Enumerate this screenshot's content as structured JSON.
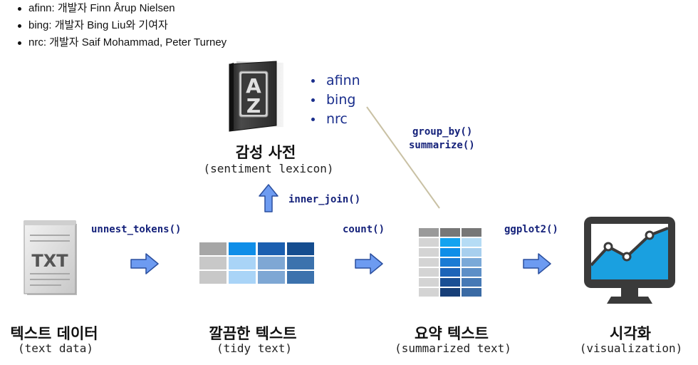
{
  "lexicon_credits": [
    "afinn: 개발자 Finn Årup Nielsen",
    "bing: 개발자 Bing Liu와 기여자",
    "nrc: 개발자 Saif Mohammad, Peter Turney"
  ],
  "lexicons": [
    "afinn",
    "bing",
    "nrc"
  ],
  "dictionary_icon_letters": "AZ",
  "sentiment_lexicon": {
    "title": "감성 사전",
    "subtitle": "(sentiment lexicon)"
  },
  "functions": {
    "unnest_tokens": "unnest_tokens()",
    "inner_join": "inner_join()",
    "count": "count()",
    "group_by": "group_by()",
    "summarize": "summarize()",
    "ggplot2": "ggplot2()"
  },
  "txt_icon_label": "TXT",
  "stages": [
    {
      "title": "텍스트 데이터",
      "subtitle": "(text data)"
    },
    {
      "title": "깔끔한 텍스트",
      "subtitle": "(tidy text)"
    },
    {
      "title": "요약 텍스트",
      "subtitle": "(summarized text)"
    },
    {
      "title": "시각화",
      "subtitle": "(visualization)"
    }
  ],
  "colors": {
    "function_text": "#14217a",
    "arrow_fill": "#6d9bf1",
    "arrow_stroke": "#2b4f9e",
    "monitor_body": "#3a3a3a",
    "chart_fill": "#1aa0e0"
  }
}
